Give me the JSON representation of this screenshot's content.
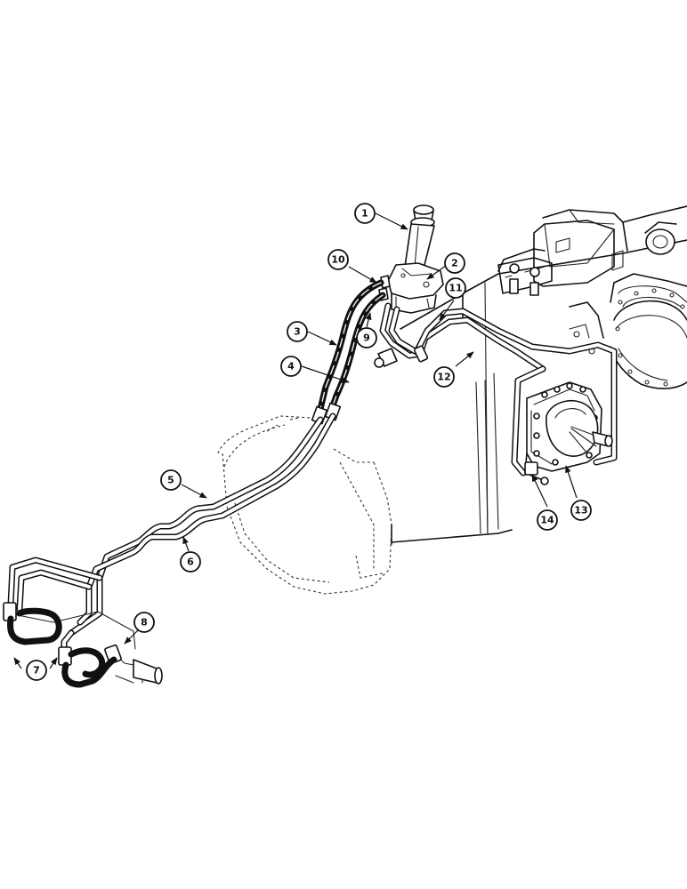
{
  "diagram": {
    "callouts": [
      {
        "id": "c1",
        "label": "1"
      },
      {
        "id": "c2",
        "label": "2"
      },
      {
        "id": "c3",
        "label": "3"
      },
      {
        "id": "c4",
        "label": "4"
      },
      {
        "id": "c5",
        "label": "5"
      },
      {
        "id": "c6",
        "label": "6"
      },
      {
        "id": "c7",
        "label": "7"
      },
      {
        "id": "c8",
        "label": "8"
      },
      {
        "id": "c9",
        "label": "9"
      },
      {
        "id": "c10",
        "label": "10"
      },
      {
        "id": "c11",
        "label": "11"
      },
      {
        "id": "c12",
        "label": "12"
      },
      {
        "id": "c13",
        "label": "13"
      },
      {
        "id": "c14",
        "label": "14"
      }
    ]
  }
}
